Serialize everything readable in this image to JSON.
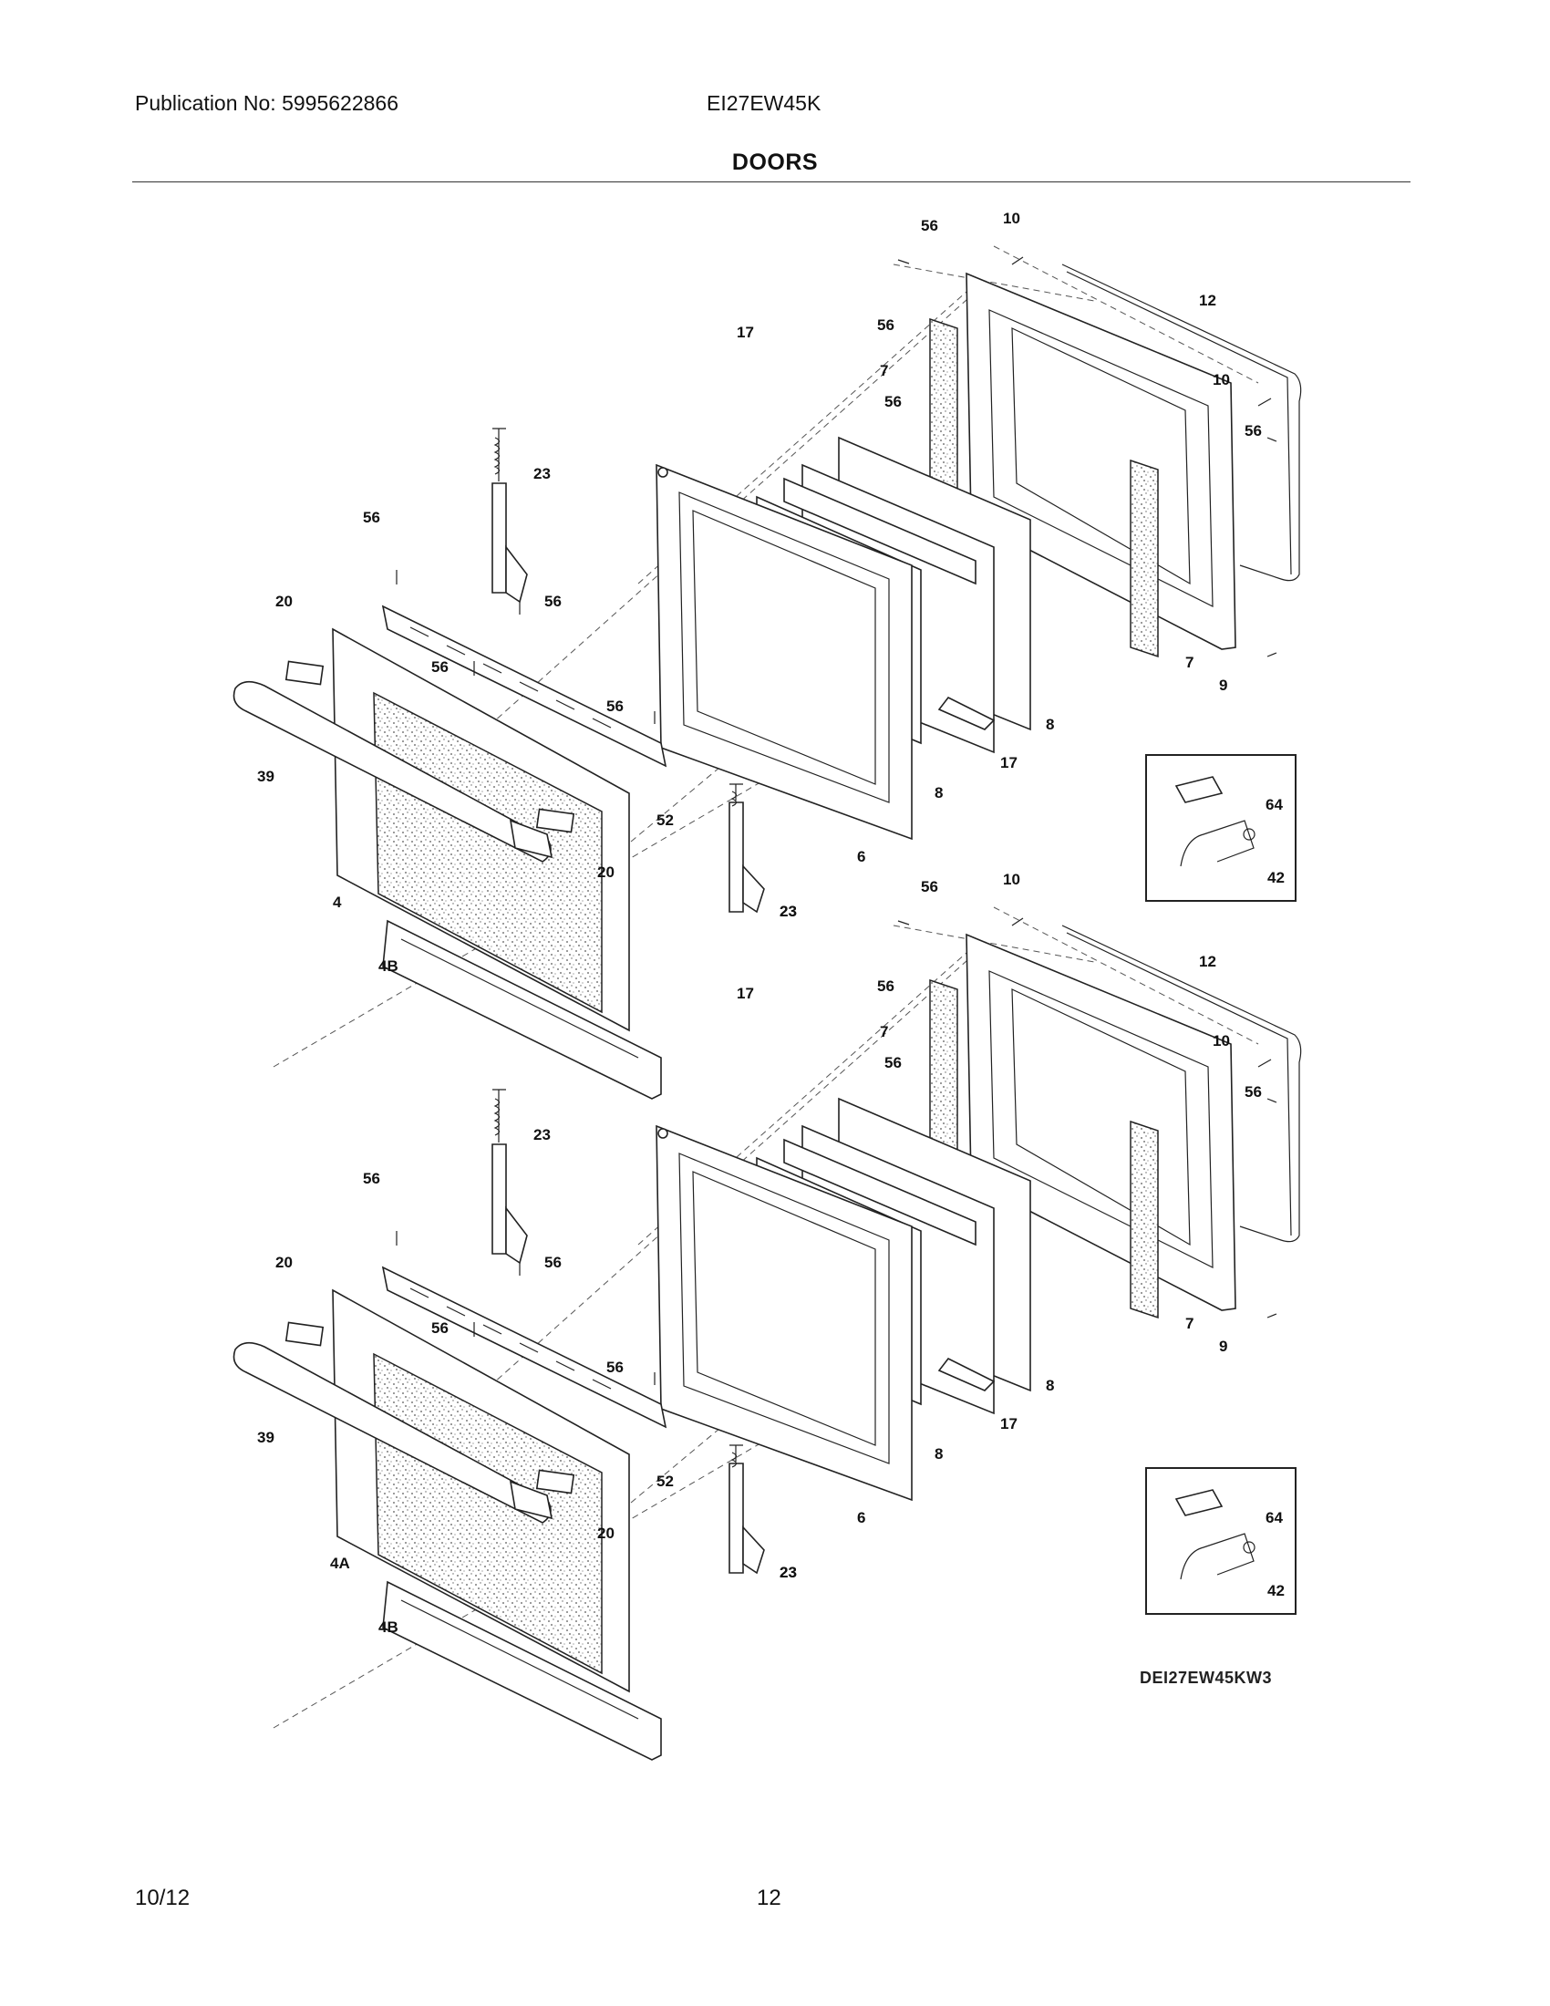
{
  "header": {
    "publication": "Publication No: 5995622866",
    "model": "EI27EW45K",
    "title": "DOORS"
  },
  "footer": {
    "date": "10/12",
    "page": "12"
  },
  "diagram_code": "DEI27EW45KW3",
  "callouts": [
    "56",
    "10",
    "12",
    "56",
    "7",
    "10",
    "56",
    "56",
    "23",
    "17",
    "56",
    "56",
    "20",
    "56",
    "56",
    "8",
    "7",
    "9",
    "39",
    "52",
    "17",
    "8",
    "64",
    "42",
    "23",
    "20",
    "4",
    "6",
    "4B",
    "23",
    "56",
    "10",
    "12",
    "56",
    "7",
    "10",
    "56",
    "56",
    "23",
    "17",
    "56",
    "56",
    "20",
    "56",
    "56",
    "8",
    "7",
    "9",
    "39",
    "52",
    "17",
    "8",
    "64",
    "42",
    "23",
    "20",
    "4A",
    "6",
    "4B",
    "23"
  ]
}
